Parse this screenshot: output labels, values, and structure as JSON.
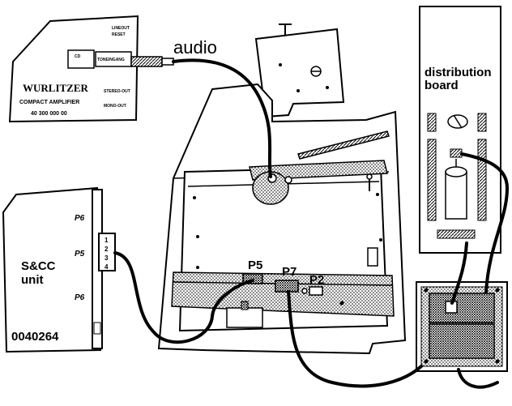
{
  "labels": {
    "audio": "audio",
    "distribution_board_line1": "distribution",
    "distribution_board_line2": "board",
    "sacc_line1": "S&CC",
    "sacc_line2": "unit",
    "part_number": "0040264",
    "p5": "P5",
    "p7": "P7",
    "p2": "P2",
    "p6_upper": "P6",
    "p5_side": "P5",
    "p6_lower": "P6"
  },
  "amplifier": {
    "brand": "WURLITZER",
    "model": "COMPACT AMPLIFIER",
    "number": "40 300 000 00",
    "cd_label": "CD",
    "input_label": "TONEINGANG",
    "tag_top1": "LINEOUT",
    "tag_top2": "RESET",
    "tag_mid": "STEREO-OUT",
    "tag_bottom": "MONO-OUT"
  },
  "connector_pins": [
    "1",
    "2",
    "3",
    "4"
  ]
}
